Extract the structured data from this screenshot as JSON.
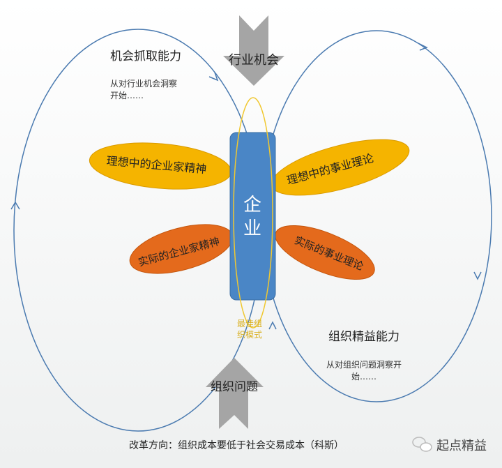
{
  "left_loop": {
    "title": "机会抓取能力",
    "desc_line1": "从对行业机会洞察",
    "desc_line2": "开始……"
  },
  "right_loop": {
    "title": "组织精益能力",
    "desc_line1": "从对组织问题洞察开",
    "desc_line2": "始……"
  },
  "top_arrow": {
    "label": "行业机会"
  },
  "bottom_arrow": {
    "label": "组织问题"
  },
  "center": {
    "label_line1": "企",
    "label_line2": "业"
  },
  "petals": {
    "ideal_entrepreneur": "理想中的企业家精神",
    "ideal_business_theory": "理想中的事业理论",
    "actual_entrepreneur": "实际的企业家精神",
    "actual_business_theory": "实际的事业理论"
  },
  "best_model": {
    "line1": "最佳组",
    "line2": "织模式"
  },
  "footer": {
    "text": "改革方向：组织成本要低于社会交易成本（科斯）"
  },
  "watermark": {
    "text": "起点精益"
  },
  "colors": {
    "loop": "#4a7ab0",
    "center": "#4a86c6",
    "yellow": "#f5b400",
    "orange": "#e46a1c",
    "arrow": "#a5a5a5"
  }
}
